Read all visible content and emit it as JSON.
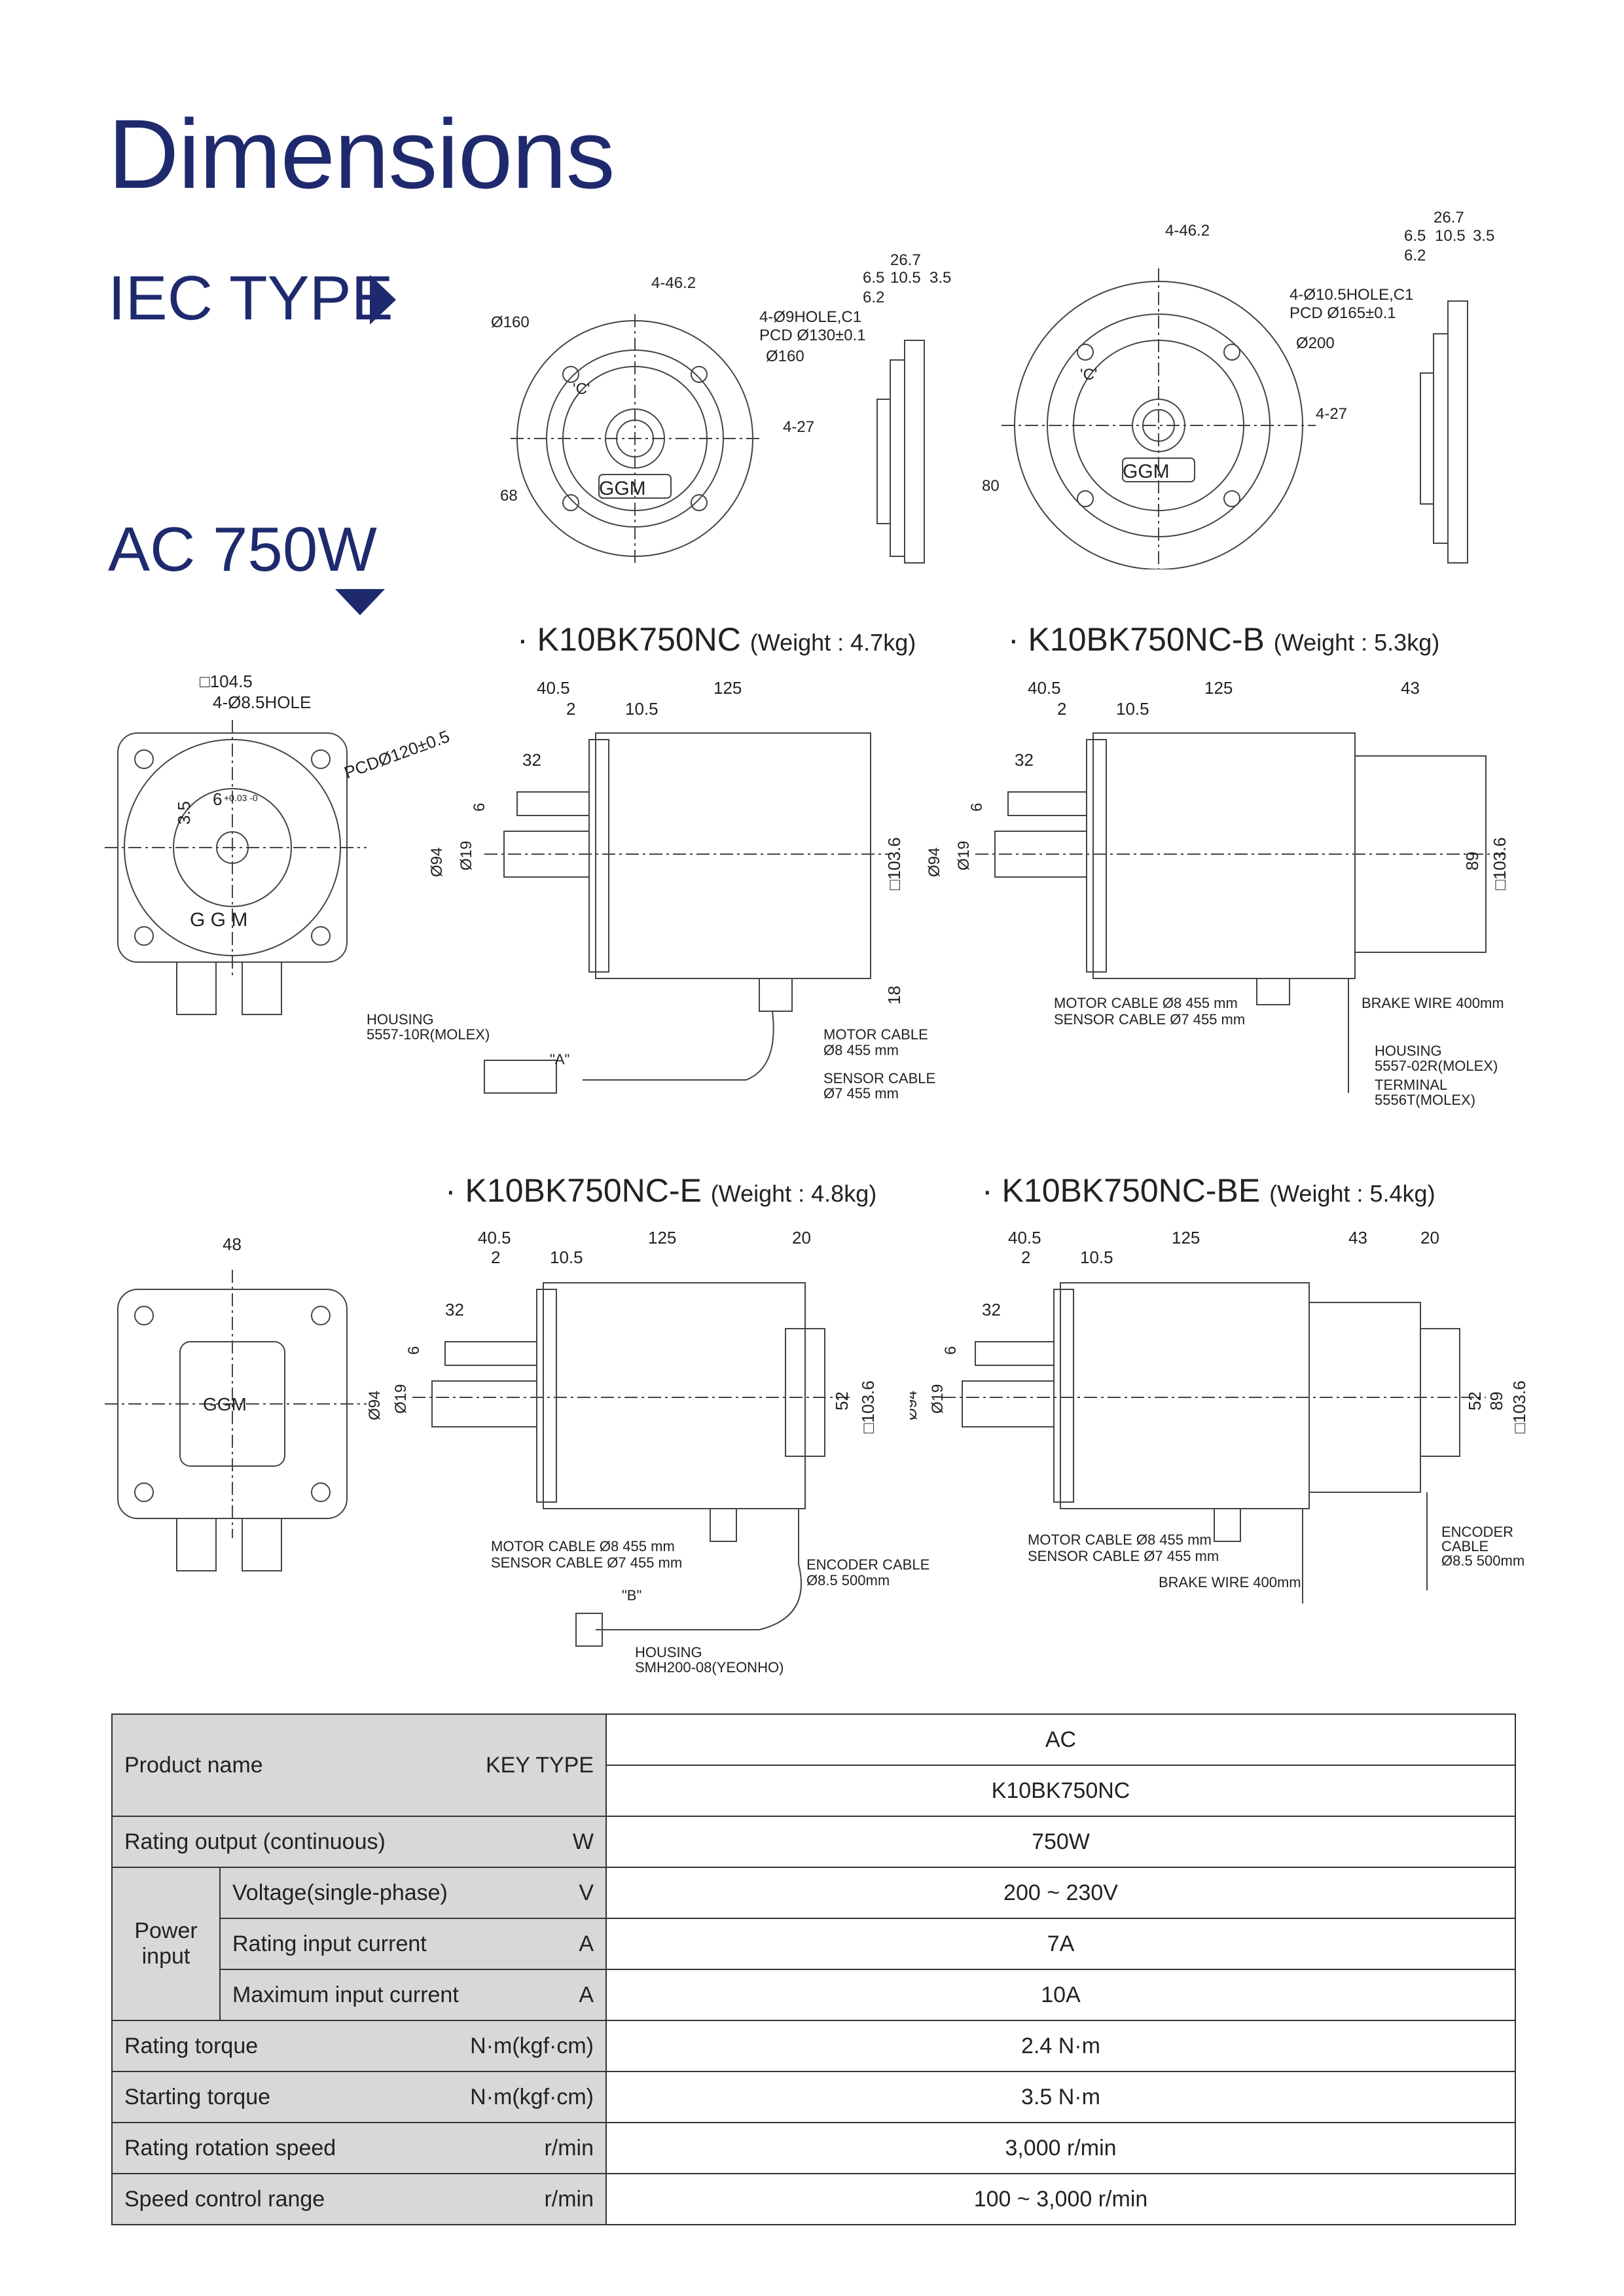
{
  "page_title": "Dimensions",
  "section_iec": "IEC TYPE",
  "section_power": "AC 750W",
  "models": [
    {
      "name": "K10BK750NC",
      "weight": "(Weight : 4.7kg)"
    },
    {
      "name": "K10BK750NC-B",
      "weight": "(Weight : 5.3kg)"
    },
    {
      "name": "K10BK750NC-E",
      "weight": "(Weight : 4.8kg)"
    },
    {
      "name": "K10BK750NC-BE",
      "weight": "(Weight : 5.4kg)"
    }
  ],
  "flange1": {
    "bolt": "4-46.2",
    "hole": "4-Ø9HOLE,C1",
    "pcd": "PCD Ø130±0.1",
    "d_outer": "Ø160",
    "d_inner": "Ø160",
    "c": "'C'",
    "h": "68",
    "w": "4-27",
    "logo": "GGM",
    "side_total": "26.7",
    "side_a": "6.5",
    "side_b": "10.5",
    "side_c": "3.5",
    "side_d": "6.2"
  },
  "flange2": {
    "bolt": "4-46.2",
    "hole": "4-Ø10.5HOLE,C1",
    "pcd": "PCD Ø165±0.1",
    "d": "Ø200",
    "c": "'C'",
    "h": "80",
    "w": "4-27",
    "logo": "GGM",
    "side_total": "26.7",
    "side_a": "6.5",
    "side_b": "10.5",
    "side_c": "3.5",
    "side_d": "6.2"
  },
  "front_view": {
    "size": "□104.5",
    "hole": "4-Ø8.5HOLE",
    "pcd": "PCDØ120±0.5",
    "key": "6",
    "key_tol": "+0.03 -0",
    "key_h": "3.5",
    "logo": "G G M"
  },
  "motor_nc": {
    "d1": "40.5",
    "d2": "125",
    "d3": "2",
    "d4": "10.5",
    "d5": "32",
    "shaft": "Ø19",
    "pilot": "Ø94",
    "key": "6",
    "sq": "□103.6",
    "h": "18",
    "housing": "HOUSING",
    "housing_part": "5557-10R(MOLEX)",
    "view_a": "\"A\"",
    "motor_cable": "MOTOR CABLE",
    "motor_cable_spec": "Ø8 455 mm",
    "sensor_cable": "SENSOR CABLE",
    "sensor_cable_spec": "Ø7 455 mm"
  },
  "motor_nc_b": {
    "d1": "40.5",
    "d2": "125",
    "d3": "2",
    "d4": "10.5",
    "d5": "32",
    "d6": "43",
    "shaft": "Ø19",
    "pilot": "Ø94",
    "key": "6",
    "sq": "□103.6",
    "h": "89",
    "motor_cable": "MOTOR CABLE Ø8 455 mm",
    "sensor_cable": "SENSOR CABLE Ø7 455 mm",
    "brake": "BRAKE WIRE 400mm",
    "housing": "HOUSING",
    "housing_part": "5557-02R(MOLEX)",
    "terminal": "TERMINAL",
    "terminal_part": "5556T(MOLEX)"
  },
  "rear_view": {
    "w": "48",
    "logo": "GGM"
  },
  "motor_nc_e": {
    "d1": "40.5",
    "d2": "125",
    "d3": "2",
    "d4": "10.5",
    "d5": "32",
    "d6": "20",
    "shaft": "Ø19",
    "pilot": "Ø94",
    "key": "6",
    "sq": "□103.6",
    "h": "52",
    "motor_cable": "MOTOR CABLE Ø8 455 mm",
    "sensor_cable": "SENSOR CABLE Ø7 455 mm",
    "encoder": "ENCODER CABLE",
    "encoder_spec": "Ø8.5 500mm",
    "view_b": "\"B\"",
    "housing": "HOUSING",
    "housing_part": "SMH200-08(YEONHO)"
  },
  "motor_nc_be": {
    "d1": "40.5",
    "d2": "125",
    "d3": "2",
    "d4": "10.5",
    "d5": "32",
    "d6": "43",
    "d7": "20",
    "shaft": "Ø19",
    "pilot": "Ø94",
    "key": "6",
    "sq": "□103.6",
    "h1": "52",
    "h2": "89",
    "motor_cable": "MOTOR CABLE Ø8 455 mm",
    "sensor_cable": "SENSOR CABLE Ø7 455 mm",
    "brake": "BRAKE WIRE 400mm",
    "encoder": "ENCODER",
    "encoder2": "CABLE",
    "encoder_spec": "Ø8.5 500mm"
  },
  "table": {
    "product_name": "Product name",
    "key_type": "KEY TYPE",
    "ac": "AC",
    "model": "K10BK750NC",
    "rows": [
      {
        "label": "Rating output (continuous)",
        "unit": "W",
        "value": "750W"
      },
      {
        "group": "Power input",
        "label": "Voltage(single-phase)",
        "unit": "V",
        "value": "200 ~ 230V"
      },
      {
        "label": "Rating input current",
        "unit": "A",
        "value": "7A"
      },
      {
        "label": "Maximum input current",
        "unit": "A",
        "value": "10A"
      },
      {
        "label": "Rating torque",
        "unit": "N·m(kgf·cm)",
        "value": "2.4 N·m"
      },
      {
        "label": "Starting torque",
        "unit": "N·m(kgf·cm)",
        "value": "3.5 N·m"
      },
      {
        "label": "Rating rotation speed",
        "unit": "r/min",
        "value": "3,000 r/min"
      },
      {
        "label": "Speed control range",
        "unit": "r/min",
        "value": "100 ~ 3,000 r/min"
      }
    ]
  }
}
